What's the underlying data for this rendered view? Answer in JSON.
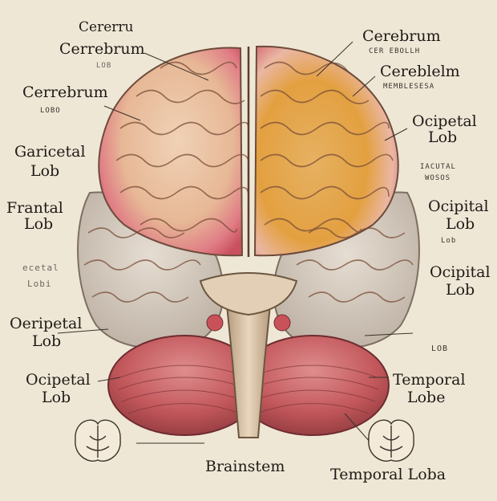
{
  "labels": {
    "top_left_1": "Cererru",
    "top_left_2": "Cerrebrum",
    "top_left_2_sub": "LOB",
    "left_3": "Cerrebrum",
    "left_3_sub": "LOBO",
    "left_4_a": "Garicetal",
    "left_4_b": "Lob",
    "left_5_a": "Frantal",
    "left_5_b": "Lob",
    "left_6_a": "ecetal",
    "left_6_b": "Lobi",
    "left_7_a": "Oeripetal",
    "left_7_b": "Lob",
    "left_8_a": "Ocipetal",
    "left_8_b": "Lob",
    "top_right_1": "Cerebrum",
    "top_right_1_sub": "CER EBOLLH",
    "top_right_2": "Cereblelm",
    "top_right_2_sub": "MEMBLESESA",
    "right_3_a": "Ocipetal",
    "right_3_b": "Lob",
    "right_4_a": "IACUTAL",
    "right_4_b": "WOSOS",
    "right_5_a": "Ocipital",
    "right_5_b": "Lob",
    "right_5_sub": "Lob",
    "right_6_a": "Ocipital",
    "right_6_b": "Lob",
    "right_7": "LOB",
    "right_8_a": "Temporal",
    "right_8_b": "Lobe",
    "bottom_center": "Brainstem",
    "bottom_right": "Temporal Loba"
  },
  "colors": {
    "background": "#efe7d6",
    "frontal_pink": "#d7626d",
    "parietal_beige": "#e8c6a4",
    "occipital_orange": "#e0a33f",
    "temporal_gray": "#d9cec2",
    "cerebellum_red": "#b84a4f",
    "brainstem": "#d8c2a4"
  }
}
